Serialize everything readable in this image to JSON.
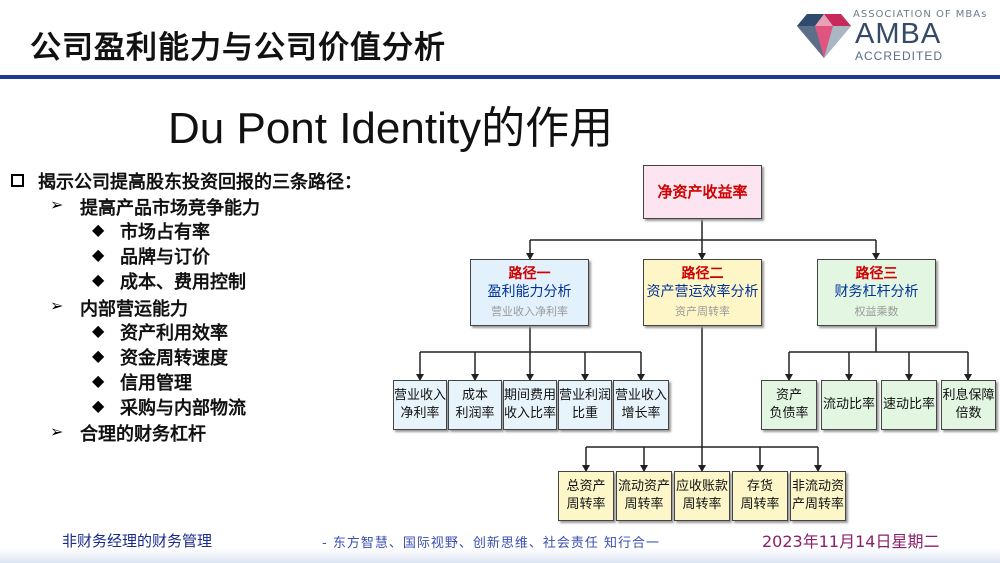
{
  "title": "公司盈利能力与公司价值分析",
  "logo": {
    "association": "ASSOCIATION OF MBAs",
    "amba": "AMBA",
    "accredited": "ACCREDITED"
  },
  "headline": "Du Pont Identity的作用",
  "bullets": {
    "main": "揭示公司提高股东投资回报的三条路径：",
    "groups": [
      {
        "label": "提高产品市场竞争能力",
        "items": [
          "市场占有率",
          "品牌与订价",
          "成本、费用控制"
        ]
      },
      {
        "label": "内部营运能力",
        "items": [
          "资产利用效率",
          "资金周转速度",
          "信用管理",
          "采购与内部物流"
        ]
      },
      {
        "label": "合理的财务杠杆",
        "items": []
      }
    ]
  },
  "diagram": {
    "root": "净资产收益率",
    "paths": [
      {
        "name": "路径一",
        "title": "盈利能力分析",
        "sub": "营业收入净利率"
      },
      {
        "name": "路径二",
        "title": "资产营运效率分析",
        "sub": "资产周转率"
      },
      {
        "name": "路径三",
        "title": "财务杠杆分析",
        "sub": "权益乘数"
      }
    ],
    "profit_leaves": [
      [
        "营业收入",
        "净利率"
      ],
      [
        "成本",
        "利润率"
      ],
      [
        "期间费用",
        "收入比率"
      ],
      [
        "营业利润",
        "比重"
      ],
      [
        "营业收入",
        "增长率"
      ]
    ],
    "leverage_leaves": [
      [
        "资产",
        "负债率"
      ],
      [
        "流动比率"
      ],
      [
        "速动比率"
      ],
      [
        "利息保障",
        "倍数"
      ]
    ],
    "turnover_leaves": [
      [
        "总资产",
        "周转率"
      ],
      [
        "流动资产",
        "周转率"
      ],
      [
        "应收账款",
        "周转率"
      ],
      [
        "存货",
        "周转率"
      ],
      [
        "非流动资",
        "产周转率"
      ]
    ]
  },
  "footer": {
    "left": "非财务经理的财务管理",
    "slogan": "- 东方智慧、国际视野、创新思维、社会责任  知行合一",
    "date": "2023年11月14日星期二"
  },
  "colors": {
    "rule": "#1f3a93",
    "root_fill": "#fce4f0",
    "path1_fill": "#e3f1fc",
    "path2_fill": "#fff6c8",
    "path3_fill": "#e2f6e2",
    "path_name": "#d00000",
    "path_title": "#003399"
  },
  "icons": [
    "square-bullet-icon",
    "arrow-bullet-icon",
    "diamond-bullet-icon",
    "amba-diamond-logo-icon"
  ]
}
